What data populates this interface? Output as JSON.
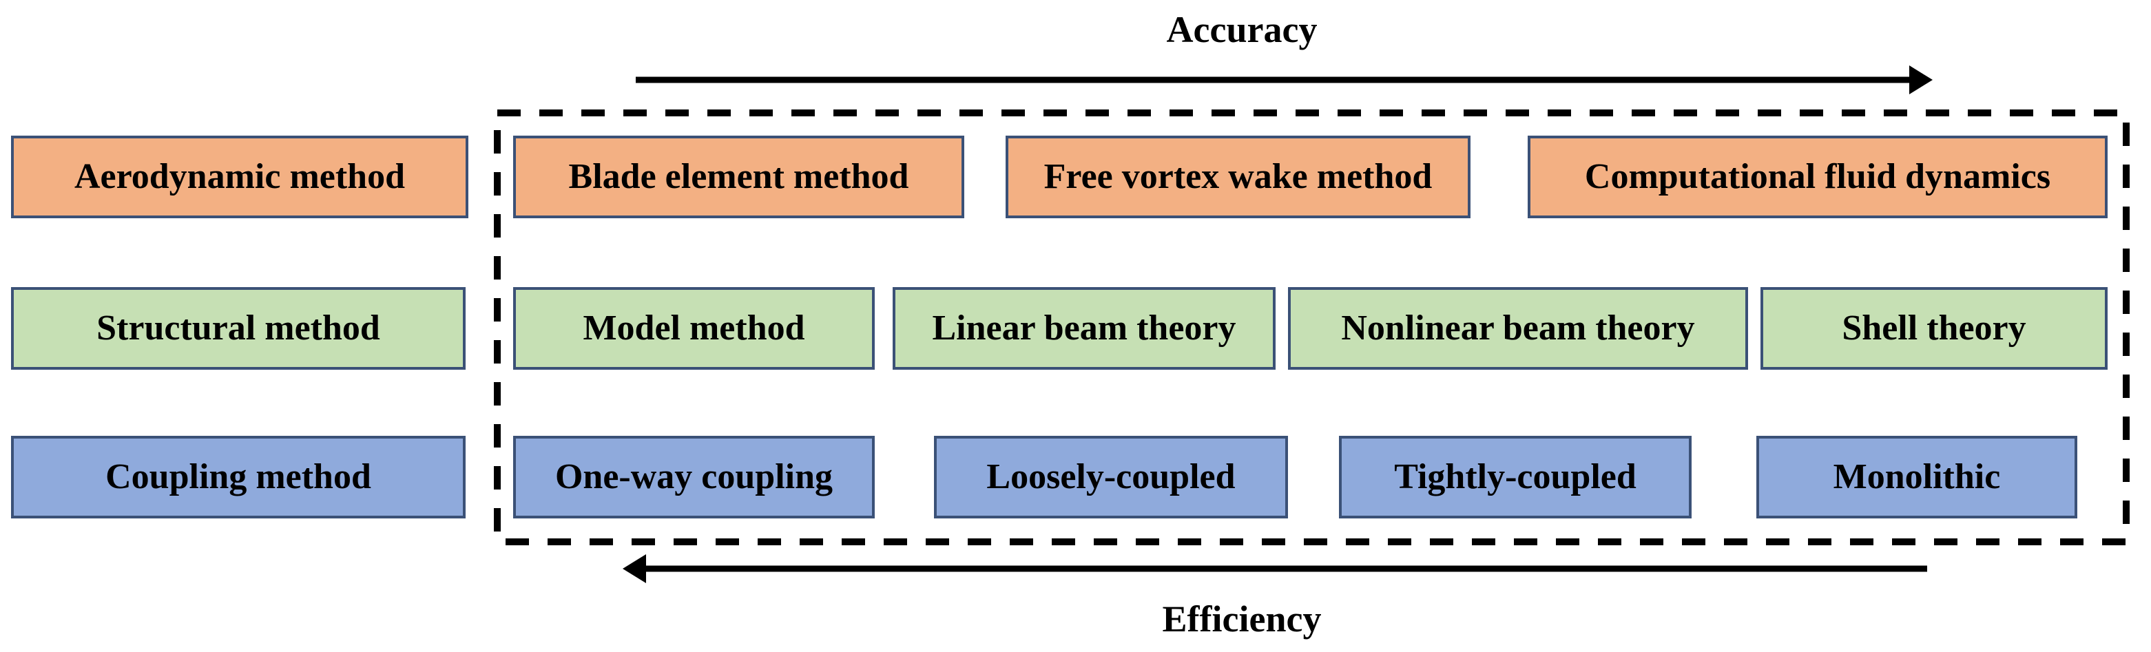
{
  "diagram": {
    "axis_top": {
      "label": "Accuracy",
      "direction": "right"
    },
    "axis_bottom": {
      "label": "Efficiency",
      "direction": "left"
    },
    "rows": [
      {
        "category": "Aerodynamic method",
        "fill": "#f3b083",
        "items": [
          "Blade element method",
          "Free vortex wake method",
          "Computational fluid dynamics"
        ]
      },
      {
        "category": "Structural method",
        "fill": "#c6e0b4",
        "items": [
          "Model method",
          "Linear beam theory",
          "Nonlinear beam theory",
          "Shell theory"
        ]
      },
      {
        "category": "Coupling method",
        "fill": "#8faadc",
        "items": [
          "One-way coupling",
          "Loosely-coupled",
          "Tightly-coupled",
          "Monolithic"
        ]
      }
    ],
    "colors": {
      "box_border": "#3b5177",
      "arrow": "#000000",
      "dashed_boundary": "#000000",
      "text": "#000000",
      "background": "#ffffff"
    }
  }
}
